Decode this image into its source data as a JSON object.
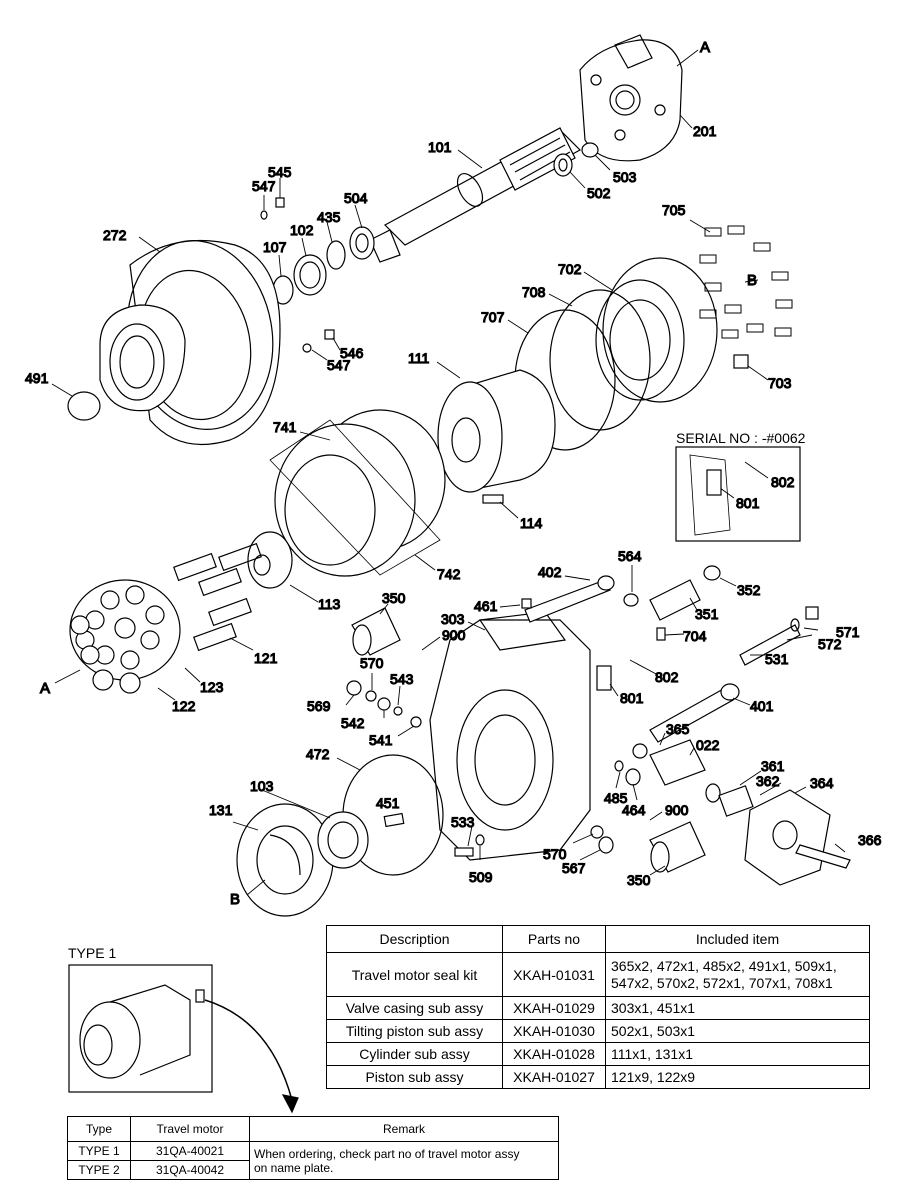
{
  "serial_label": "SERIAL NO : -#0062",
  "type_title": "TYPE 1",
  "callouts": [
    {
      "id": "A",
      "text": "A"
    },
    {
      "id": "201",
      "text": "201"
    },
    {
      "id": "101",
      "text": "101"
    },
    {
      "id": "503",
      "text": "503"
    },
    {
      "id": "502",
      "text": "502"
    },
    {
      "id": "545",
      "text": "545"
    },
    {
      "id": "547a",
      "text": "547"
    },
    {
      "id": "504",
      "text": "504"
    },
    {
      "id": "272",
      "text": "272"
    },
    {
      "id": "107",
      "text": "107"
    },
    {
      "id": "102",
      "text": "102"
    },
    {
      "id": "435",
      "text": "435"
    },
    {
      "id": "705",
      "text": "705"
    },
    {
      "id": "702",
      "text": "702"
    },
    {
      "id": "B",
      "text": "B"
    },
    {
      "id": "708",
      "text": "708"
    },
    {
      "id": "707",
      "text": "707"
    },
    {
      "id": "546",
      "text": "546"
    },
    {
      "id": "547b",
      "text": "547"
    },
    {
      "id": "703",
      "text": "703"
    },
    {
      "id": "491",
      "text": "491"
    },
    {
      "id": "111",
      "text": "111"
    },
    {
      "id": "741",
      "text": "741"
    },
    {
      "id": "802a",
      "text": "802"
    },
    {
      "id": "801a",
      "text": "801"
    },
    {
      "id": "114",
      "text": "114"
    },
    {
      "id": "742",
      "text": "742"
    },
    {
      "id": "564",
      "text": "564"
    },
    {
      "id": "402",
      "text": "402"
    },
    {
      "id": "352",
      "text": "352"
    },
    {
      "id": "113",
      "text": "113"
    },
    {
      "id": "350a",
      "text": "350"
    },
    {
      "id": "461",
      "text": "461"
    },
    {
      "id": "303",
      "text": "303"
    },
    {
      "id": "351",
      "text": "351"
    },
    {
      "id": "571",
      "text": "571"
    },
    {
      "id": "900a",
      "text": "900"
    },
    {
      "id": "704",
      "text": "704"
    },
    {
      "id": "572",
      "text": "572"
    },
    {
      "id": "121",
      "text": "121"
    },
    {
      "id": "531",
      "text": "531"
    },
    {
      "id": "570a",
      "text": "570"
    },
    {
      "id": "802b",
      "text": "802"
    },
    {
      "id": "543",
      "text": "543"
    },
    {
      "id": "A2",
      "text": "A"
    },
    {
      "id": "123",
      "text": "123"
    },
    {
      "id": "801b",
      "text": "801"
    },
    {
      "id": "569",
      "text": "569"
    },
    {
      "id": "401",
      "text": "401"
    },
    {
      "id": "122",
      "text": "122"
    },
    {
      "id": "542",
      "text": "542"
    },
    {
      "id": "541",
      "text": "541"
    },
    {
      "id": "365",
      "text": "365"
    },
    {
      "id": "022",
      "text": "022"
    },
    {
      "id": "472",
      "text": "472"
    },
    {
      "id": "361",
      "text": "361"
    },
    {
      "id": "362",
      "text": "362"
    },
    {
      "id": "364",
      "text": "364"
    },
    {
      "id": "103",
      "text": "103"
    },
    {
      "id": "485",
      "text": "485"
    },
    {
      "id": "451",
      "text": "451"
    },
    {
      "id": "464",
      "text": "464"
    },
    {
      "id": "900b",
      "text": "900"
    },
    {
      "id": "131",
      "text": "131"
    },
    {
      "id": "533",
      "text": "533"
    },
    {
      "id": "366",
      "text": "366"
    },
    {
      "id": "570b",
      "text": "570"
    },
    {
      "id": "509",
      "text": "509"
    },
    {
      "id": "567",
      "text": "567"
    },
    {
      "id": "B2",
      "text": "B"
    },
    {
      "id": "350b",
      "text": "350"
    }
  ],
  "parts_table": {
    "headers": [
      "Description",
      "Parts no",
      "Included item"
    ],
    "rows": [
      {
        "description": "Travel motor seal kit",
        "parts_no": "XKAH-01031",
        "included_line1": "365x2, 472x1, 485x2, 491x1, 509x1,",
        "included_line2": "547x2, 570x2, 572x1, 707x1, 708x1"
      },
      {
        "description": "Valve casing sub assy",
        "parts_no": "XKAH-01029",
        "included_line1": "303x1, 451x1",
        "included_line2": ""
      },
      {
        "description": "Tilting piston sub assy",
        "parts_no": "XKAH-01030",
        "included_line1": "502x1, 503x1",
        "included_line2": ""
      },
      {
        "description": "Cylinder sub assy",
        "parts_no": "XKAH-01028",
        "included_line1": "111x1, 131x1",
        "included_line2": ""
      },
      {
        "description": "Piston sub assy",
        "parts_no": "XKAH-01027",
        "included_line1": "121x9, 122x9",
        "included_line2": ""
      }
    ]
  },
  "type_table": {
    "headers": [
      "Type",
      "Travel motor",
      "Remark"
    ],
    "rows": [
      {
        "type": "TYPE 1",
        "motor": "31QA-40021"
      },
      {
        "type": "TYPE 2",
        "motor": "31QA-40042"
      }
    ],
    "remark_line1": "When ordering, check part no of travel motor assy",
    "remark_line2": "on name plate."
  }
}
